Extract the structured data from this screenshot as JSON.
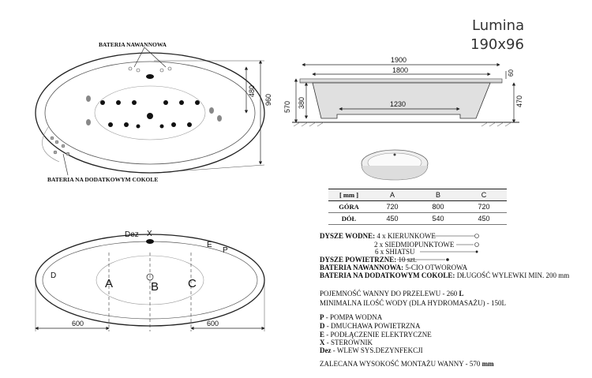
{
  "title": {
    "name": "Lumina",
    "size": "190x96"
  },
  "top_view": {
    "faucet_label": "BATERIA NAWANNOWA",
    "plinth_faucet_label": "BATERIA NA DODATKOWYM COKOLE",
    "dim_width_outer": "960",
    "dim_width_inner": "480"
  },
  "side_view": {
    "length_outer": "1900",
    "length_inner": "1800",
    "bottom_length": "1230",
    "height_total": "570",
    "height_left_inner": "380",
    "height_right": "470",
    "rim_height": "60"
  },
  "table": {
    "headers": [
      "[ mm ]",
      "A",
      "B",
      "C"
    ],
    "rows": [
      {
        "label": "GÓRA",
        "values": [
          "720",
          "800",
          "720"
        ]
      },
      {
        "label": "DÓŁ",
        "values": [
          "450",
          "540",
          "450"
        ]
      }
    ]
  },
  "bottom_view": {
    "letters": {
      "dez": "Dez",
      "x": "X",
      "e": "E",
      "p": "P",
      "d": "D",
      "a": "A",
      "b": "B",
      "c": "C"
    },
    "dim_left": "600",
    "dim_right": "600"
  },
  "specs": {
    "nozzles_water_label": "DYSZE WODNE:",
    "nozzles_water_1": "4 x KIERUNKOWE",
    "nozzles_water_2": "2 x SIEDMIOPUNKTOWE",
    "nozzles_water_3": "6 x SHIATSU",
    "nozzles_air_label": "DYSZE POWIETRZNE:",
    "nozzles_air_value": "10 szt.",
    "faucet_label": "BATERIA NAWANNOWA:",
    "faucet_value": "5-CIO OTWOROWA",
    "plinth_label": "BATERIA NA DODATKOWYM COKOLE:",
    "plinth_value": "DŁUGOŚĆ WYLEWKI MIN. 200 mm",
    "capacity_1_text": "POJEMNOŚĆ WANNY DO PRZELEWU - 260",
    "capacity_1_unit": "L",
    "capacity_2": "MINIMALNA ILOŚĆ WODY (DLA HYDROMASAŻU) - 150L",
    "legend_p_key": "P",
    "legend_p": "- POMPA WODNA",
    "legend_d_key": "D",
    "legend_d": "- DMUCHAWA POWIETRZNA",
    "legend_e_key": "E",
    "legend_e": "- PODŁĄCZENIE ELEKTRYCZNE",
    "legend_x_key": "X",
    "legend_x": "- STEROWNIK",
    "legend_dez_key": "Dez",
    "legend_dez": "- WLEW SYS.DEZYNFEKCJI",
    "mount_text": "ZALECANA WYSOKOŚĆ MONTAŻU WANNY - 570",
    "mount_unit": "mm"
  }
}
